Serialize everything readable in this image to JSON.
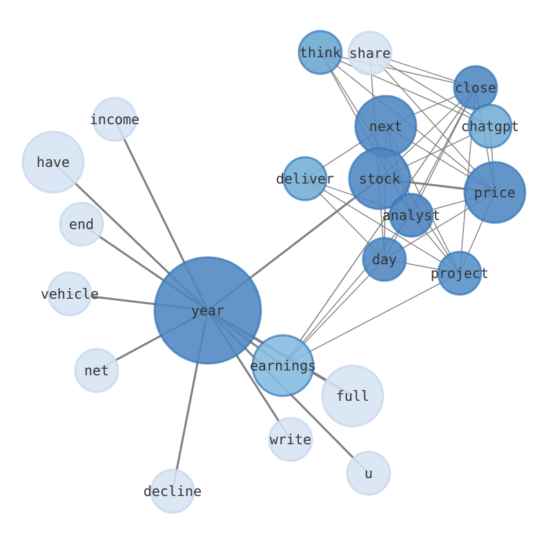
{
  "graph": {
    "nodes": [
      {
        "id": "year",
        "label": "year",
        "color": "#4f86c0"
      },
      {
        "id": "think",
        "label": "think",
        "color": "#6aa6d2"
      },
      {
        "id": "share",
        "label": "share",
        "color": "#d6e4f3"
      },
      {
        "id": "close",
        "label": "close",
        "color": "#4f86c0"
      },
      {
        "id": "chatgpt",
        "label": "chatgpt",
        "color": "#72aed6"
      },
      {
        "id": "next",
        "label": "next",
        "color": "#4f86c0"
      },
      {
        "id": "deliver",
        "label": "deliver",
        "color": "#72aed6"
      },
      {
        "id": "stock",
        "label": "stock",
        "color": "#4f86c0"
      },
      {
        "id": "price",
        "label": "price",
        "color": "#4f86c0"
      },
      {
        "id": "analyst",
        "label": "analyst",
        "color": "#4a82bf"
      },
      {
        "id": "day",
        "label": "day",
        "color": "#4f86c0"
      },
      {
        "id": "project",
        "label": "project",
        "color": "#5590c6"
      },
      {
        "id": "earnings",
        "label": "earnings",
        "color": "#84bbe0"
      },
      {
        "id": "full",
        "label": "full",
        "color": "#d6e4f3"
      },
      {
        "id": "write",
        "label": "write",
        "color": "#d6e4f3"
      },
      {
        "id": "u",
        "label": "u",
        "color": "#d6e4f3"
      },
      {
        "id": "decline",
        "label": "decline",
        "color": "#d6e4f3"
      },
      {
        "id": "net",
        "label": "net",
        "color": "#d6e4f3"
      },
      {
        "id": "vehicle",
        "label": "vehicle",
        "color": "#d6e4f3"
      },
      {
        "id": "end",
        "label": "end",
        "color": "#d6e4f3"
      },
      {
        "id": "have",
        "label": "have",
        "color": "#d6e4f3"
      },
      {
        "id": "income",
        "label": "income",
        "color": "#d6e4f3"
      }
    ],
    "edges": [
      [
        "year",
        "income",
        2
      ],
      [
        "year",
        "have",
        2
      ],
      [
        "year",
        "end",
        2
      ],
      [
        "year",
        "vehicle",
        2
      ],
      [
        "year",
        "net",
        2
      ],
      [
        "year",
        "decline",
        2
      ],
      [
        "year",
        "write",
        2
      ],
      [
        "year",
        "u",
        2
      ],
      [
        "year",
        "full",
        3
      ],
      [
        "year",
        "earnings",
        2
      ],
      [
        "year",
        "stock",
        2
      ],
      [
        "think",
        "close",
        1
      ],
      [
        "think",
        "chatgpt",
        1
      ],
      [
        "think",
        "price",
        1
      ],
      [
        "think",
        "analyst",
        1
      ],
      [
        "think",
        "project",
        1
      ],
      [
        "share",
        "close",
        1
      ],
      [
        "share",
        "chatgpt",
        1
      ],
      [
        "share",
        "day",
        1
      ],
      [
        "share",
        "price",
        1
      ],
      [
        "next",
        "close",
        1
      ],
      [
        "next",
        "deliver",
        1
      ],
      [
        "next",
        "day",
        1
      ],
      [
        "next",
        "analyst",
        1
      ],
      [
        "next",
        "project",
        1
      ],
      [
        "next",
        "price",
        1
      ],
      [
        "stock",
        "price",
        2
      ],
      [
        "stock",
        "chatgpt",
        1
      ],
      [
        "stock",
        "close",
        1
      ],
      [
        "close",
        "analyst",
        1
      ],
      [
        "close",
        "day",
        1
      ],
      [
        "close",
        "price",
        1
      ],
      [
        "close",
        "project",
        1
      ],
      [
        "close",
        "earnings",
        1
      ],
      [
        "chatgpt",
        "price",
        1
      ],
      [
        "price",
        "analyst",
        1
      ],
      [
        "price",
        "day",
        1
      ],
      [
        "price",
        "project",
        1
      ],
      [
        "deliver",
        "analyst",
        1
      ],
      [
        "deliver",
        "day",
        1
      ],
      [
        "deliver",
        "project",
        1
      ],
      [
        "analyst",
        "project",
        1
      ],
      [
        "analyst",
        "earnings",
        1
      ],
      [
        "day",
        "project",
        1
      ],
      [
        "day",
        "earnings",
        1
      ],
      [
        "project",
        "earnings",
        1
      ],
      [
        "earnings",
        "close",
        1
      ]
    ]
  }
}
